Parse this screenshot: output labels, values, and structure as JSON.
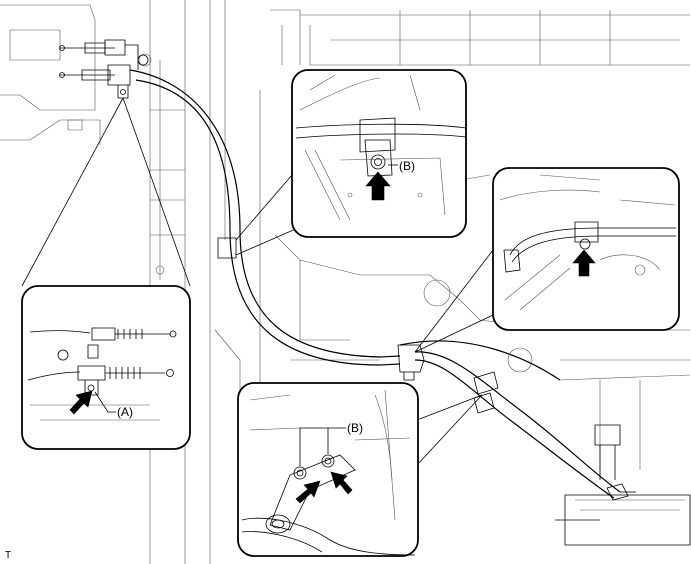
{
  "labels": {
    "callout_b_top": "(B)",
    "callout_a": "(A)",
    "callout_b_bottom": "(B)",
    "corner_mark": "T"
  },
  "colors": {
    "line": "#000000",
    "background": "#ffffff",
    "arrow_fill": "#000000"
  }
}
